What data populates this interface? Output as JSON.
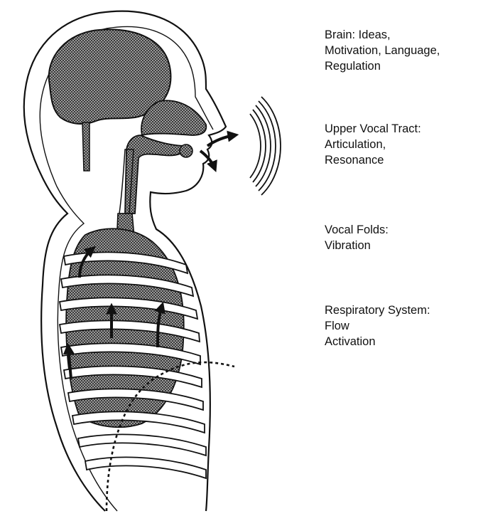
{
  "labels": {
    "brain": [
      "Brain: Ideas,",
      "Motivation, Language,",
      "Regulation"
    ],
    "upper_vocal_tract": [
      "Upper Vocal Tract:",
      "Articulation,",
      "Resonance"
    ],
    "vocal_folds": [
      "Vocal Folds:",
      "Vibration"
    ],
    "respiratory_system": [
      "Respiratory System:",
      "Flow",
      "Activation"
    ]
  },
  "colors": {
    "ink": "#111111",
    "fill": "#555555",
    "background": "#ffffff"
  }
}
